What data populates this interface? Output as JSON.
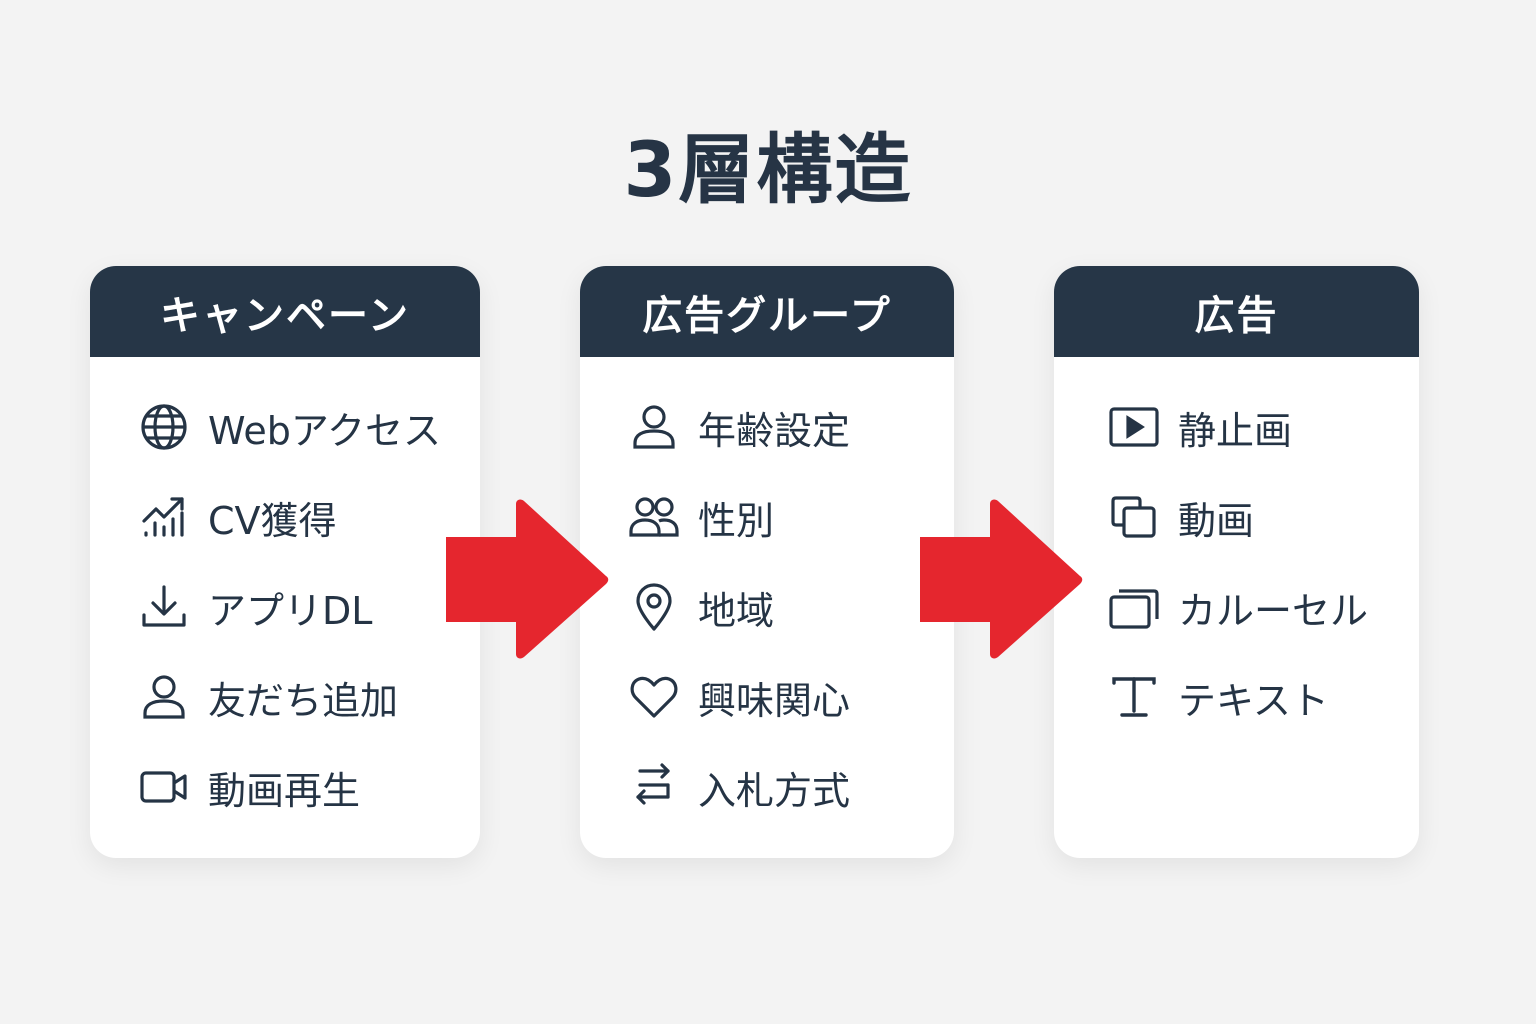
{
  "title": "3層構造",
  "colors": {
    "header": "#263647",
    "arrow": "#e5262e",
    "text": "#253445",
    "background": "#f3f3f3"
  },
  "columns": [
    {
      "header": "キャンペーン",
      "items": [
        {
          "icon": "globe-icon",
          "label": "Webアクセス"
        },
        {
          "icon": "chart-trend-icon",
          "label": "CV獲得"
        },
        {
          "icon": "download-icon",
          "label": "アプリDL"
        },
        {
          "icon": "user-icon",
          "label": "友だち追加"
        },
        {
          "icon": "video-camera-icon",
          "label": "動画再生"
        }
      ]
    },
    {
      "header": "広告グループ",
      "items": [
        {
          "icon": "user-icon",
          "label": "年齢設定"
        },
        {
          "icon": "users-icon",
          "label": "性別"
        },
        {
          "icon": "map-pin-icon",
          "label": "地域"
        },
        {
          "icon": "heart-icon",
          "label": "興味関心"
        },
        {
          "icon": "bid-arrows-icon",
          "label": "入札方式"
        }
      ]
    },
    {
      "header": "広告",
      "items": [
        {
          "icon": "play-image-icon",
          "label": "静止画"
        },
        {
          "icon": "overlapping-squares-icon",
          "label": "動画"
        },
        {
          "icon": "carousel-icon",
          "label": "カルーセル"
        },
        {
          "icon": "text-icon",
          "label": "テキスト"
        }
      ]
    }
  ]
}
